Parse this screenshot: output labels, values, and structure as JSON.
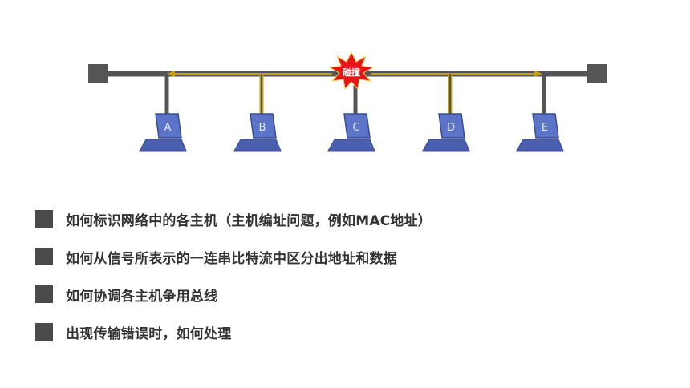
{
  "diagram": {
    "collision_label": "碰撞",
    "hosts": [
      "A",
      "B",
      "C",
      "D",
      "E"
    ],
    "colors": {
      "bus": "#555555",
      "terminator": "#555555",
      "signal": "#c8a000",
      "burst": "#e8141c",
      "laptop": "#4a5fb0",
      "laptop_screen": "#5c74c8"
    }
  },
  "bullets": [
    {
      "text": "如何标识网络中的各主机（主机编址问题，例如MAC地址）"
    },
    {
      "text": "如何从信号所表示的一连串比特流中区分出地址和数据"
    },
    {
      "text": "如何协调各主机争用总线"
    },
    {
      "text": "出现传输错误时，如何处理"
    }
  ]
}
